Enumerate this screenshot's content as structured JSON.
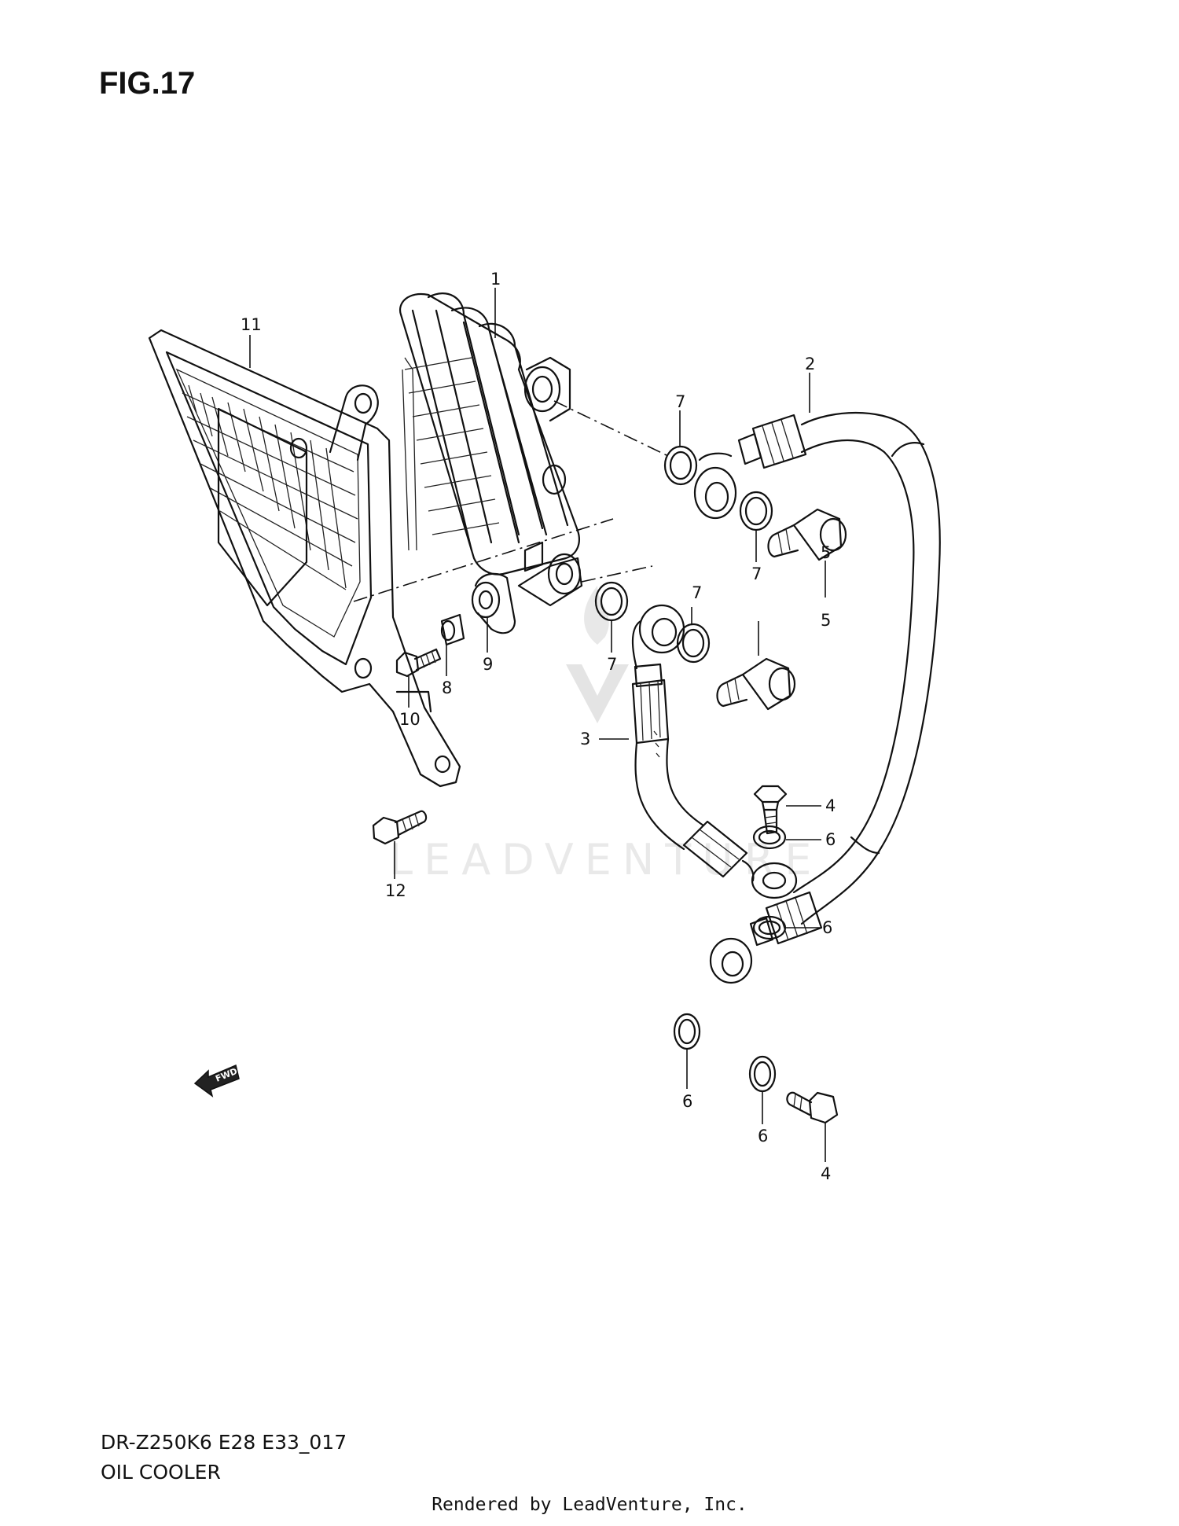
{
  "figure_title": "FIG.17",
  "model_code": "DR-Z250K6 E28 E33_017",
  "assembly_name": "OIL COOLER",
  "footer": "Rendered by LeadVenture, Inc.",
  "watermark": "LEADVENTURE",
  "fwd_label": "FWD",
  "callouts": [
    {
      "id": "c1",
      "text": "1"
    },
    {
      "id": "c2",
      "text": "2"
    },
    {
      "id": "c3",
      "text": "3"
    },
    {
      "id": "c4a",
      "text": "4"
    },
    {
      "id": "c4b",
      "text": "4"
    },
    {
      "id": "c5a",
      "text": "5"
    },
    {
      "id": "c5b",
      "text": "5"
    },
    {
      "id": "c6a",
      "text": "6"
    },
    {
      "id": "c6b",
      "text": "6"
    },
    {
      "id": "c6c",
      "text": "6"
    },
    {
      "id": "c6d",
      "text": "6"
    },
    {
      "id": "c7a",
      "text": "7"
    },
    {
      "id": "c7b",
      "text": "7"
    },
    {
      "id": "c7c",
      "text": "7"
    },
    {
      "id": "c7d",
      "text": "7"
    },
    {
      "id": "c8",
      "text": "8"
    },
    {
      "id": "c9",
      "text": "9"
    },
    {
      "id": "c10",
      "text": "10"
    },
    {
      "id": "c11",
      "text": "11"
    },
    {
      "id": "c12",
      "text": "12"
    }
  ]
}
